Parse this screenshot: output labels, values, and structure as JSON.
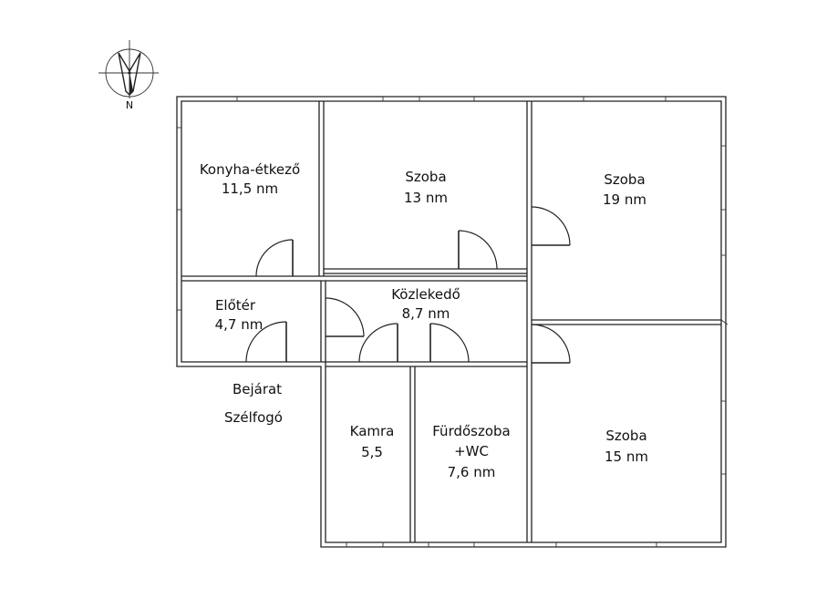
{
  "compass": {
    "label": "N"
  },
  "rooms": [
    {
      "id": "konyha",
      "name": "Konyha-étkező",
      "area": "11,5 nm"
    },
    {
      "id": "szoba1",
      "name": "Szoba",
      "area": "13 nm"
    },
    {
      "id": "szoba2",
      "name": "Szoba",
      "area": "19 nm"
    },
    {
      "id": "eloter",
      "name": "Előtér",
      "area": "4,7 nm"
    },
    {
      "id": "kozlekedo",
      "name": "Közlekedő",
      "area": "8,7 nm"
    },
    {
      "id": "kamra",
      "name": "Kamra",
      "area": "5,5"
    },
    {
      "id": "furdo",
      "name": "Fürdőszoba",
      "name2": "+WC",
      "area": "7,6 nm"
    },
    {
      "id": "szoba3",
      "name": "Szoba",
      "area": "15 nm"
    }
  ],
  "entrance": {
    "label1": "Bejárat",
    "label2": "Szélfogó"
  }
}
